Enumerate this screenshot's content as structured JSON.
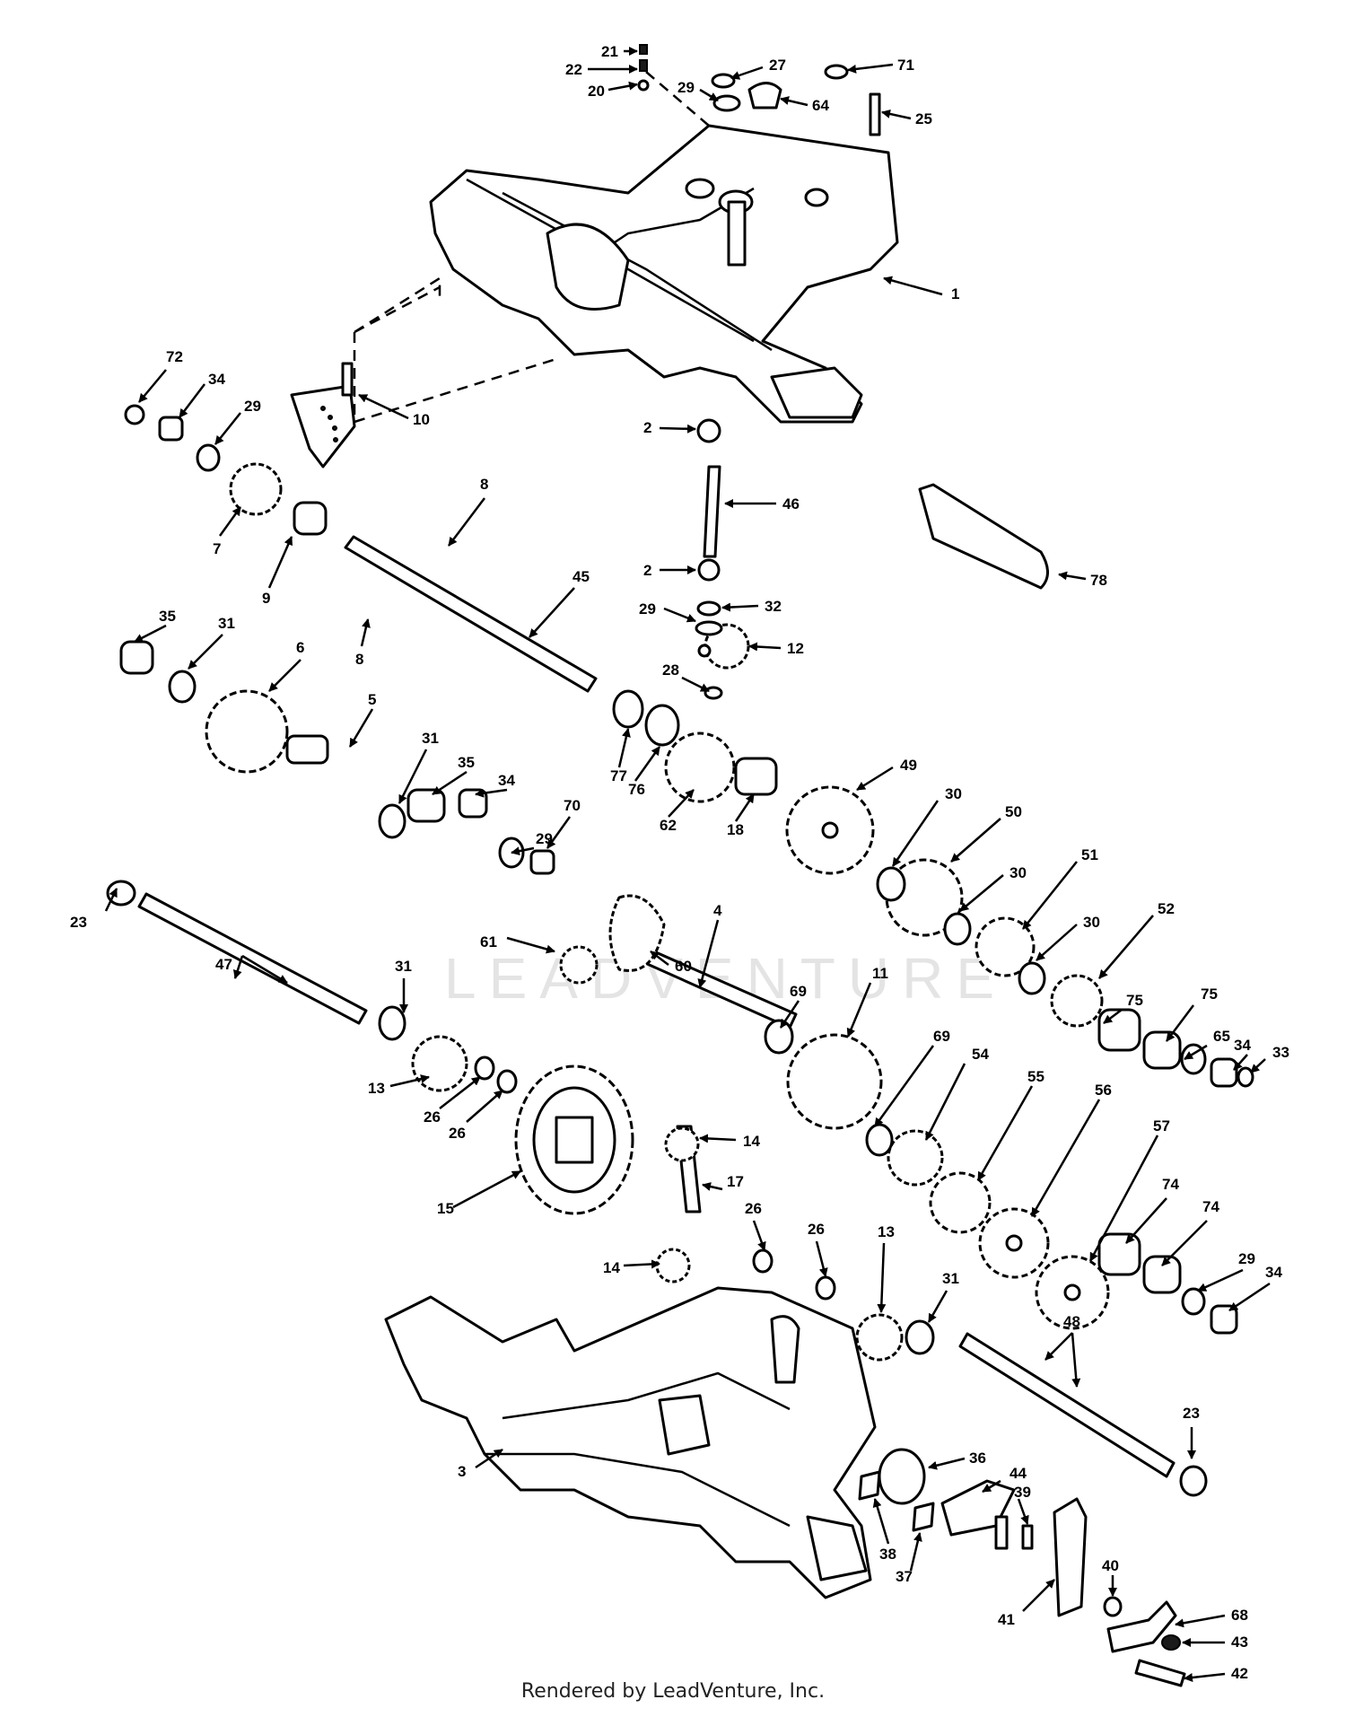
{
  "watermark": "LEADVENTURE",
  "footer": "Rendered by LeadVenture, Inc.",
  "callouts": [
    "21",
    "22",
    "20",
    "27",
    "29",
    "64",
    "71",
    "25",
    "1",
    "72",
    "34",
    "29",
    "10",
    "2",
    "46",
    "8",
    "7",
    "9",
    "45",
    "78",
    "35",
    "31",
    "6",
    "2",
    "29",
    "32",
    "12",
    "8",
    "28",
    "5",
    "31",
    "35",
    "34",
    "77",
    "76",
    "62",
    "18",
    "49",
    "30",
    "50",
    "30",
    "51",
    "30",
    "52",
    "29",
    "70",
    "23",
    "61",
    "60",
    "4",
    "69",
    "11",
    "31",
    "75",
    "75",
    "65",
    "34",
    "33",
    "47",
    "13",
    "26",
    "26",
    "69",
    "54",
    "55",
    "56",
    "57",
    "14",
    "15",
    "17",
    "26",
    "74",
    "74",
    "29",
    "34",
    "14",
    "26",
    "13",
    "31",
    "48",
    "23",
    "3",
    "36",
    "44",
    "39",
    "38",
    "37",
    "40",
    "41",
    "68",
    "43",
    "42"
  ]
}
